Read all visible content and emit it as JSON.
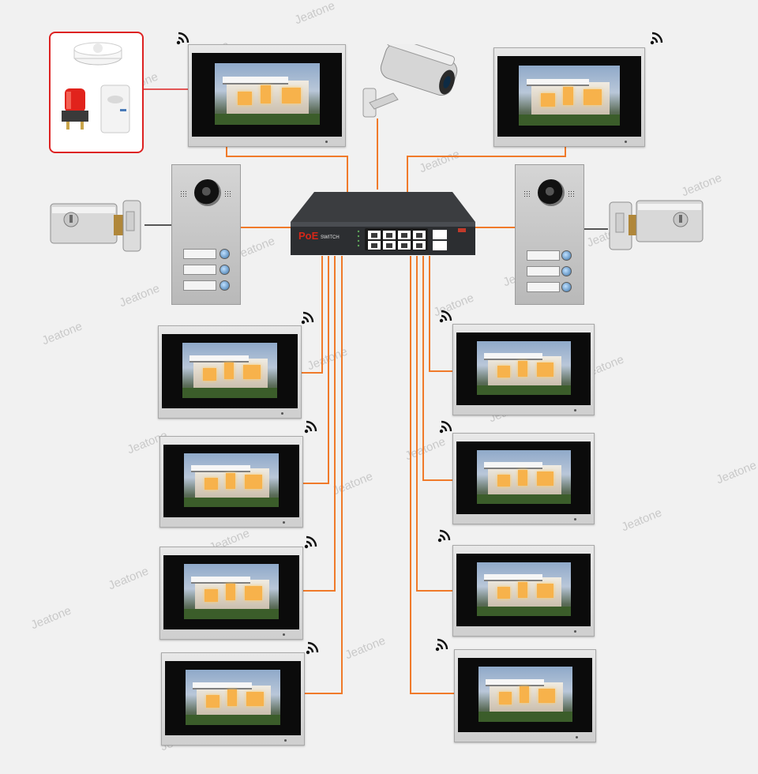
{
  "watermark": "Jeatone",
  "switch": {
    "brand": "PoE",
    "model": "SWITCH"
  },
  "colors": {
    "cable": "#f07a2a",
    "background": "#f1f1f1",
    "alarm_border": "#dd2222"
  },
  "icons": {
    "wifi": "wifi-icon",
    "camera": "cctv-camera-icon",
    "lock": "electric-lock-icon",
    "smoke_detector": "smoke-detector-icon",
    "siren": "siren-icon",
    "pir_sensor": "pir-sensor-icon"
  }
}
